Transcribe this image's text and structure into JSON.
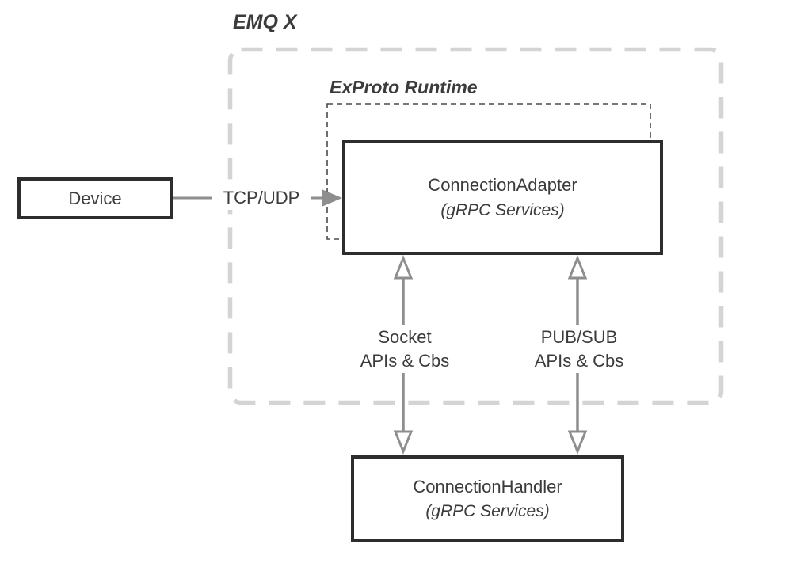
{
  "colors": {
    "background": "#ffffff",
    "node_border": "#2d2d2d",
    "text": "#3b3b3b",
    "arrow": "#8e8e8e",
    "arrowhead_fill": "#ffffff",
    "outer_dash": "#d4d4d4",
    "inner_dash": "#4a4a4a"
  },
  "containers": {
    "emqx": {
      "label": "EMQ X"
    },
    "exproto": {
      "label": "ExProto Runtime"
    }
  },
  "nodes": {
    "device": {
      "title": "Device"
    },
    "connection_adapter": {
      "title": "ConnectionAdapter",
      "subtitle": "(gRPC Services)"
    },
    "connection_handler": {
      "title": "ConnectionHandler",
      "subtitle": "(gRPC Services)"
    }
  },
  "edges": {
    "tcp_udp": {
      "label": "TCP/UDP"
    },
    "socket": {
      "label_line1": "Socket",
      "label_line2": "APIs & Cbs"
    },
    "pubsub": {
      "label_line1": "PUB/SUB",
      "label_line2": "APIs & Cbs"
    }
  }
}
